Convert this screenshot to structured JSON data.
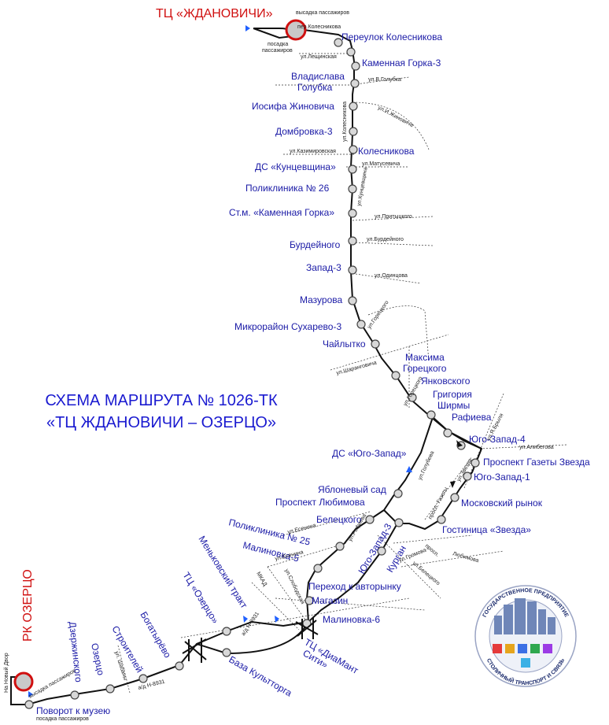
{
  "title": {
    "line1": "СХЕМА МАРШРУТА № 1026-ТК",
    "line2": "«ТЦ ЖДАНОВИЧИ – ОЗЕРЦО»"
  },
  "terminals": {
    "start": "ТЦ «ЖДАНОВИЧИ»",
    "end": "РК ОЗЕРЦО"
  },
  "notes": {
    "drop_off_top": "высадка пассажиров",
    "pick_up_top_1": "посадка",
    "pick_up_top_2": "пассажиров",
    "drop_off_bottom": "высадка пассажиров",
    "pick_up_bottom": "посадка пассажиров",
    "new_yard": "На Новый Двор"
  },
  "stops": [
    "Переулок Колесникова",
    "Каменная Горка-3",
    "Владислава",
    "Голубка",
    "Иосифа Жиновича",
    "Домбровка-3",
    "Колесникова",
    "ДС «Кунцевщина»",
    "Поликлиника № 26",
    "Ст.м. «Каменная Горка»",
    "Бурдейного",
    "Запад-3",
    "Мазурова",
    "Микрорайон Сухарево-3",
    "Чайлытко",
    "Максима",
    "Горецкого",
    "Янковского",
    "Григория",
    "Ширмы",
    "Рафиева",
    "Юго-Запад-4",
    "Проспект Газеты Звезда",
    "Юго-Запад-1",
    "Московский рынок",
    "Гостиница «Звезда»",
    "ДС «Юго-Запад»",
    "Яблоневый сад",
    "Проспект Любимова",
    "Белецкого",
    "Поликлиника № 25",
    "Малиновка-5",
    "Юго-Запад-3",
    "Курган",
    "Переход к авторынку",
    "Магазин",
    "Малиновка-6",
    "ТЦ «ДиаМант",
    "Сити»",
    "База Культторга",
    "Меньковский тракт",
    "ТЦ «Озерцо»",
    "Богатырёво",
    "Строителей",
    "Озерцо",
    "Дзержинского",
    "Поворот к музею"
  ],
  "streets": [
    "пер.Колесникова",
    "ул.Лещинская",
    "ул.В.Голубка",
    "ул.И.Жиновича",
    "ул.Колесникова",
    "ул.Казимировская",
    "ул.Матусевича",
    "ул.Кунцевщина",
    "ул.Притыцкого",
    "ул.Бурдейного",
    "ул.Одинцова",
    "ул.Горецкого",
    "ул.Шаранговича",
    "ул.Горецкого",
    "ул.Я.Брыля",
    "ул.Алибегова",
    "ул.Голубева",
    "ул.Звезда",
    "просп. Газеты",
    "ул.Есенина",
    "ул.Рафиева",
    "ул.Есенина",
    "ул.Слободская",
    "МКАД",
    "ул.Громова",
    "ул.Белецкого",
    "просп.",
    "Любимова",
    "а/д Н-8931",
    "а/д Н-8931",
    "ул. Шабаны"
  ],
  "logo": {
    "top_text": "ГОСУДАРСТВЕННОЕ ПРЕДПРИЯТИЕ",
    "bottom_text": "СТОЛИЧНЫЙ ТРАНСПОРТ И СВЯЗЬ"
  },
  "colors": {
    "route": "#111111",
    "labels": "#1a1aa6",
    "title": "#1a1ad0",
    "terminal": "#d01010",
    "stop_fill": "#d8d8d8",
    "direction_arrow": "#2060ff"
  }
}
